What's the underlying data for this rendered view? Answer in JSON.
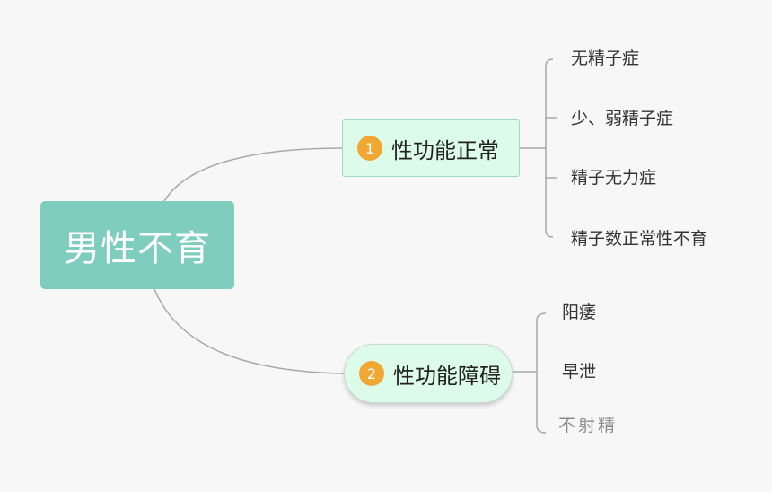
{
  "root": {
    "label": "男性不育"
  },
  "branches": [
    {
      "badge": "1",
      "label": "性功能正常",
      "leaves": [
        "无精子症",
        "少、弱精子症",
        "精子无力症",
        "精子数正常性不育"
      ]
    },
    {
      "badge": "2",
      "label": "性功能障碍",
      "leaves": [
        "阳痿",
        "早泄",
        "不射精"
      ]
    }
  ],
  "colors": {
    "root_fill": "#7ecdbf",
    "branch_fill": "#dcfbe9",
    "badge": "#f0a733",
    "connector": "#a8a8a8"
  }
}
